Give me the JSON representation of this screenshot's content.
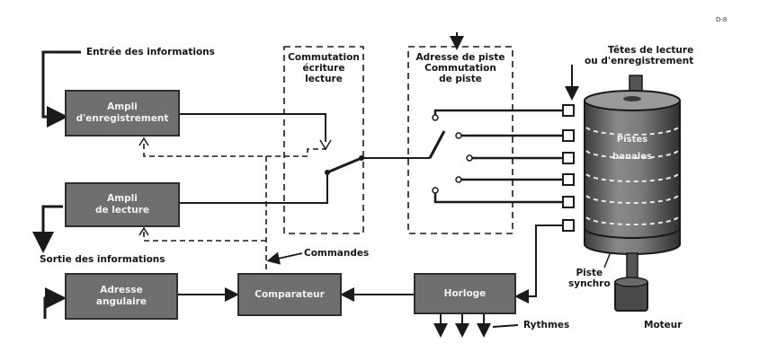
{
  "figure_ref": "D-8",
  "labels": {
    "entree": "Entrée des informations",
    "sortie": "Sortie des informations",
    "commandes": "Commandes",
    "rythmes": "Rythmes",
    "moteur": "Moteur",
    "piste_synchro_l1": "Piste",
    "piste_synchro_l2": "synchro",
    "tetes_l1": "Têtes de lecture",
    "tetes_l2": "ou d'enregistrement"
  },
  "boxes": {
    "ampli_enreg": [
      "Ampli",
      "d'enregistrement"
    ],
    "ampli_lecture": [
      "Ampli",
      "de lecture"
    ],
    "adresse_angulaire": [
      "Adresse",
      "angulaire"
    ],
    "comparateur": "Comparateur",
    "horloge": "Horloge"
  },
  "dashed_groups": {
    "commutation_ecriture": [
      "Commutation",
      "écriture",
      "lecture"
    ],
    "adresse_piste": [
      "Adresse de piste",
      "Commutation",
      "de piste"
    ]
  },
  "drum": {
    "label_l1": "Pistes",
    "label_l2": "banales"
  }
}
